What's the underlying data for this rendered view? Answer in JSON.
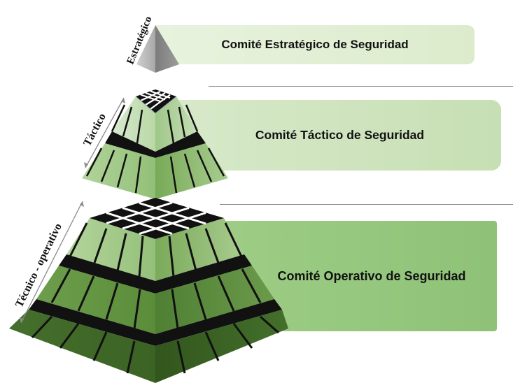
{
  "levels": [
    {
      "side_label": "Estratégico",
      "committee": "Comité Estratégico de Seguridad",
      "banner_color": "#e3f0d8"
    },
    {
      "side_label": "Táctico",
      "committee": "Comité Táctico de Seguridad",
      "banner_color": "#cfe4c0"
    },
    {
      "side_label": "Técnico - operativo",
      "committee": "Comité Operativo de Seguridad",
      "banner_color": "#92c67b"
    }
  ],
  "colors": {
    "apex_light": "#c4c4c4",
    "apex_dark": "#8e8e8e",
    "tier_light": "#c9e0b6",
    "tier_mid": "#7fae5d",
    "tier_dark": "#4a7a30",
    "tier_darkest": "#2f5a1f"
  }
}
